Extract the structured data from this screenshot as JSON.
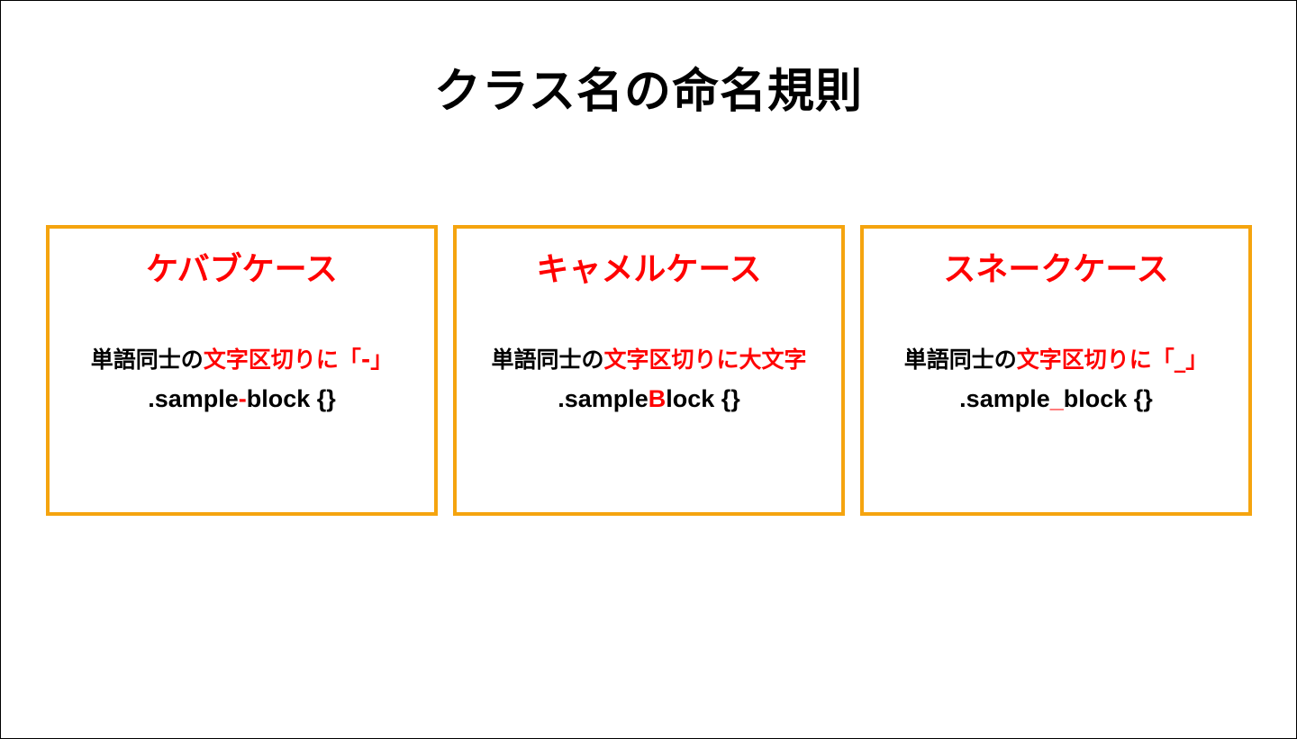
{
  "slide": {
    "title": "クラス名の命名規則"
  },
  "colors": {
    "accent_red": "#FF0000",
    "card_border_orange": "#F5A40F",
    "text_black": "#000000",
    "background": "#FFFFFF"
  },
  "cards": [
    {
      "title": "ケバブケース",
      "description": {
        "prefix": "単語同士の",
        "highlight": "文字区切りに「-」",
        "suffix": ""
      },
      "code": {
        "before": ".sample",
        "highlight": "-",
        "after": "block {}"
      }
    },
    {
      "title": "キャメルケース",
      "description": {
        "prefix": "単語同士の",
        "highlight": "文字区切りに大文字",
        "suffix": ""
      },
      "code": {
        "before": ".sample",
        "highlight": "B",
        "after": "lock {}"
      }
    },
    {
      "title": "スネークケース",
      "description": {
        "prefix": "単語同士の",
        "highlight": "文字区切りに「_」",
        "suffix": ""
      },
      "code": {
        "before": ".sample",
        "highlight": "_",
        "after": "block {}"
      }
    }
  ]
}
